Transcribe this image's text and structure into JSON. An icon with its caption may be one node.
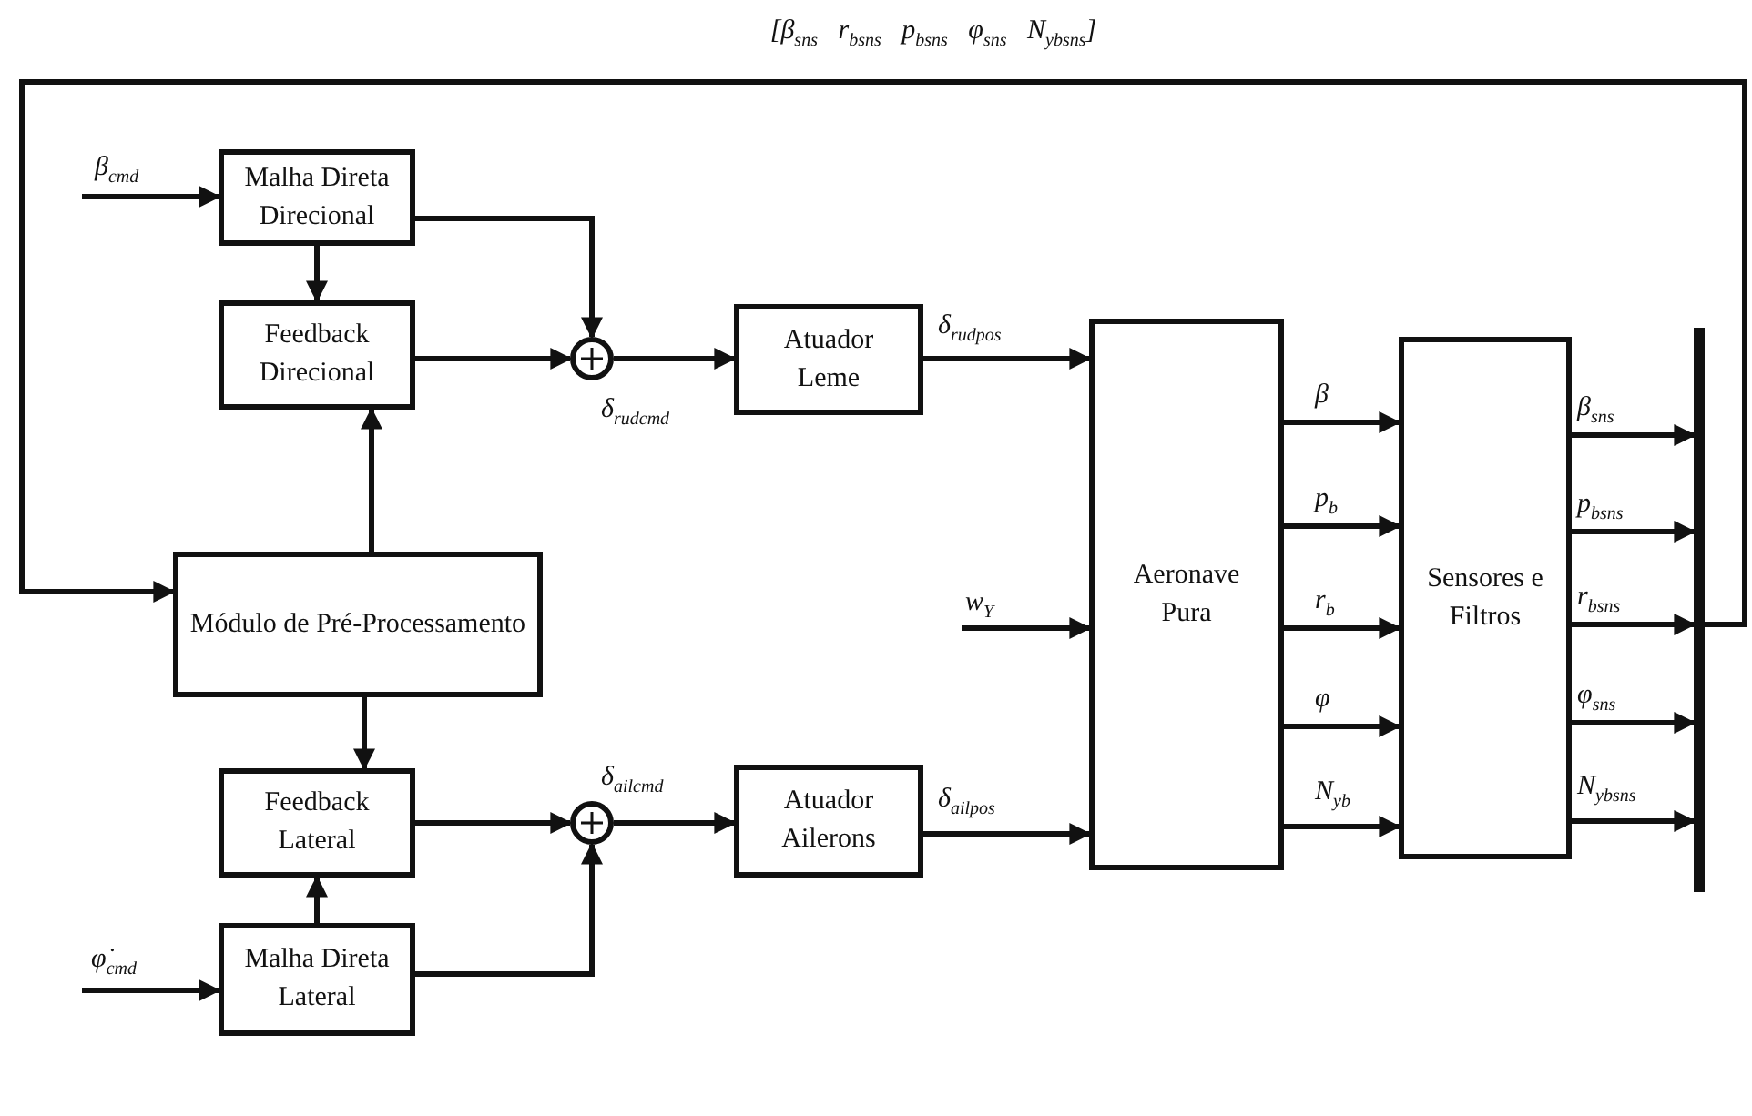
{
  "diagram": {
    "nodes": [
      {
        "text": [
          "Malha Direta Direcional"
        ]
      },
      {
        "text": [
          "Feedback Direcional"
        ]
      },
      {
        "text": [],
        "shape": "circle"
      },
      {
        "text": [
          "Módulo de Pré-Processamento"
        ]
      },
      {
        "text": [
          "Feedback Lateral"
        ]
      },
      {
        "text": [],
        "shape": "circle"
      },
      {
        "text": [
          "Malha Direta Lateral"
        ]
      },
      {
        "text": [
          "Atuador Leme"
        ]
      },
      {
        "text": [
          "Atuador Ailerons"
        ]
      },
      {
        "text": [
          "Aeronave Pura"
        ]
      },
      {
        "text": [
          "Sensores e Filtros"
        ]
      },
      {
        "text": [],
        "shape": "bar"
      }
    ],
    "edges": [
      {
        "from": null,
        "to": 0,
        "arrow": "to",
        "label": "β$_{cmd}$"
      },
      {
        "from": 0,
        "to": 1,
        "arrow": "to"
      },
      {
        "from": 0,
        "to": 2,
        "arrow": "to"
      },
      {
        "from": 1,
        "to": 2,
        "arrow": "to"
      },
      {
        "from": 3,
        "to": 1,
        "arrow": "to"
      },
      {
        "from": 2,
        "to": 7,
        "arrow": "to",
        "label": "δ$_{rud}$$_{cmd}$"
      },
      {
        "from": 7,
        "to": 9,
        "arrow": "to",
        "label": "δ$_{rud}$$_{pos}$"
      },
      {
        "from": null,
        "to": 9,
        "arrow": "to",
        "label": "w$_{Y}$"
      },
      {
        "from": 3,
        "to": 4,
        "arrow": "to"
      },
      {
        "from": 4,
        "to": 5,
        "arrow": "to"
      },
      {
        "from": 6,
        "to": 4,
        "arrow": "to"
      },
      {
        "from": 6,
        "to": 5,
        "arrow": "to"
      },
      {
        "from": 5,
        "to": 8,
        "arrow": "to",
        "label": "δ$_{ail}$$_{cmd}$"
      },
      {
        "from": 8,
        "to": 9,
        "arrow": "to",
        "label": "δ$_{ail}$$_{pos}$"
      },
      {
        "from": null,
        "to": 6,
        "arrow": "to",
        "label": "φ̇$_{cmd}$"
      },
      {
        "from": 9,
        "to": 10,
        "arrow": "to",
        "label": "β"
      },
      {
        "from": 9,
        "to": 10,
        "arrow": "to",
        "label": "p$_{b}$"
      },
      {
        "from": 9,
        "to": 10,
        "arrow": "to",
        "label": "r$_{b}$"
      },
      {
        "from": 9,
        "to": 10,
        "arrow": "to",
        "label": "φ"
      },
      {
        "from": 9,
        "to": 10,
        "arrow": "to",
        "label": "N$_{y}$$_{b}$"
      },
      {
        "from": 10,
        "to": 11,
        "arrow": "to",
        "label": "β$_{sns}$"
      },
      {
        "from": 10,
        "to": 11,
        "arrow": "to",
        "label": "p$_{b}$$_{sns}$"
      },
      {
        "from": 10,
        "to": 11,
        "arrow": "to",
        "label": "r$_{b}$$_{sns}$"
      },
      {
        "from": 10,
        "to": 11,
        "arrow": "to",
        "label": "φ$_{sns}$"
      },
      {
        "from": 10,
        "to": 11,
        "arrow": "to",
        "label": "N$_{y}$$_{b}$$_{sns}$"
      },
      {
        "from": 11,
        "to": 3,
        "arrow": "to",
        "label": "[β$_{sns}$   r$_{b}$$_{sns}$   p$_{b}$$_{sns}$   φ$_{sns}$   N$_{y}$$_{b}$$_{sns}$]"
      }
    ]
  }
}
